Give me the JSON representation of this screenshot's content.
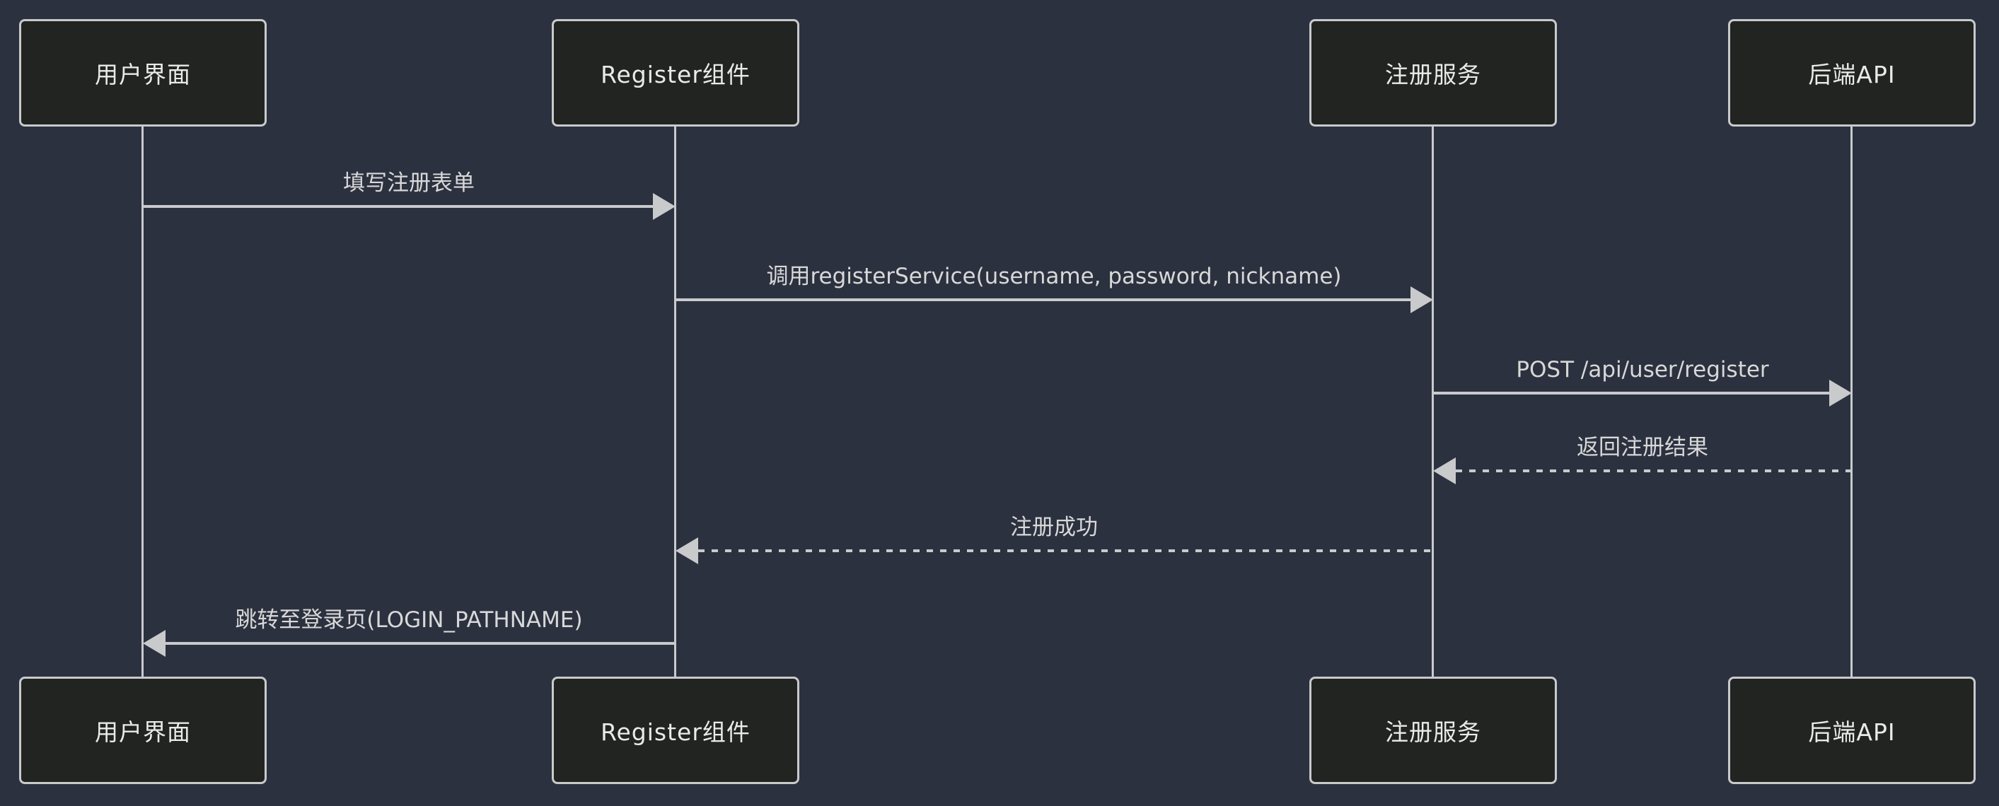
{
  "diagram": {
    "type": "sequence-diagram",
    "theme": {
      "background": "#2b313f",
      "actor_fill": "#212421",
      "border_color": "#c8cacc",
      "line_color": "#c8cacc",
      "actor_text": "#eaeaea",
      "message_text": "#d8d8d8"
    },
    "actors": [
      {
        "id": "user-interface",
        "label": "用户界面"
      },
      {
        "id": "register-component",
        "label": "Register组件"
      },
      {
        "id": "register-service",
        "label": "注册服务"
      },
      {
        "id": "backend-api",
        "label": "后端API"
      }
    ],
    "messages": [
      {
        "from": "用户界面",
        "to": "Register组件",
        "label": "填写注册表单",
        "line": "solid",
        "direction": "right"
      },
      {
        "from": "Register组件",
        "to": "注册服务",
        "label": "调用registerService(username, password, nickname)",
        "line": "solid",
        "direction": "right"
      },
      {
        "from": "注册服务",
        "to": "后端API",
        "label": "POST /api/user/register",
        "line": "solid",
        "direction": "right"
      },
      {
        "from": "后端API",
        "to": "注册服务",
        "label": "返回注册结果",
        "line": "dotted",
        "direction": "left"
      },
      {
        "from": "注册服务",
        "to": "Register组件",
        "label": "注册成功",
        "line": "dotted",
        "direction": "left"
      },
      {
        "from": "Register组件",
        "to": "用户界面",
        "label": "跳转至登录页(LOGIN_PATHNAME)",
        "line": "solid",
        "direction": "left"
      }
    ]
  }
}
